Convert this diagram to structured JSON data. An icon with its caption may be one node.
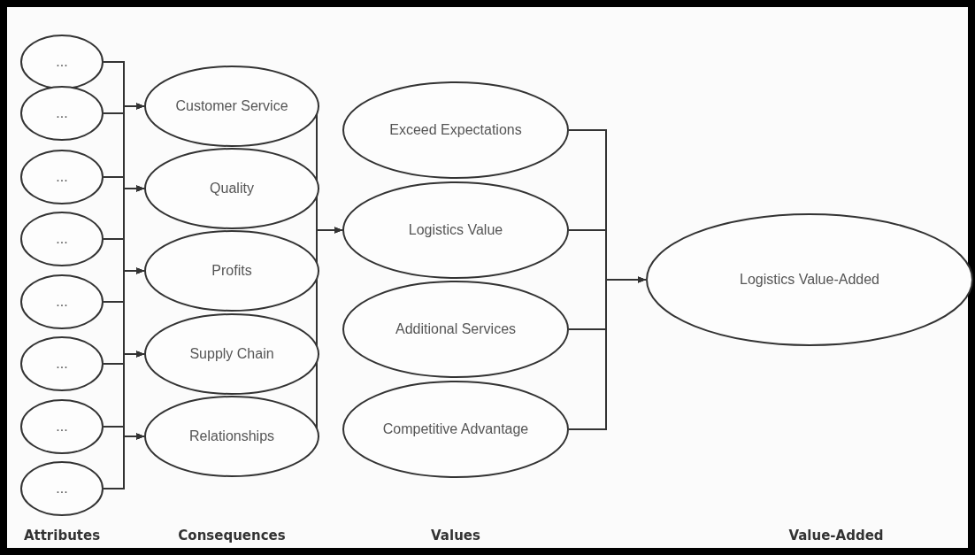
{
  "diagram": {
    "nodes": [
      {
        "text": [
          "..."
        ]
      },
      {
        "text": [
          "..."
        ]
      },
      {
        "text": [
          "..."
        ]
      },
      {
        "text": [
          "..."
        ]
      },
      {
        "text": [
          "..."
        ]
      },
      {
        "text": [
          "..."
        ]
      },
      {
        "text": [
          "..."
        ]
      },
      {
        "text": [
          "..."
        ]
      },
      {
        "text": [
          "Customer Service"
        ]
      },
      {
        "text": [
          "Quality"
        ]
      },
      {
        "text": [
          "Profits"
        ]
      },
      {
        "text": [
          "Supply Chain"
        ]
      },
      {
        "text": [
          "Relationships"
        ]
      },
      {
        "text": [
          "Exceed Expectations"
        ]
      },
      {
        "text": [
          "Logistics Value"
        ]
      },
      {
        "text": [
          "Additional Services"
        ]
      },
      {
        "text": [
          "Competitive Advantage"
        ]
      },
      {
        "text": [
          "Logistics Value-Added"
        ]
      }
    ],
    "edges": [
      {
        "from": 0,
        "to": 8,
        "arrow": "to"
      },
      {
        "from": 0,
        "to": 9,
        "arrow": "to"
      },
      {
        "from": 0,
        "to": 10,
        "arrow": "to"
      },
      {
        "from": 0,
        "to": 11,
        "arrow": "to"
      },
      {
        "from": 0,
        "to": 12,
        "arrow": "to"
      },
      {
        "from": 1,
        "to": 8,
        "arrow": "to"
      },
      {
        "from": 1,
        "to": 9,
        "arrow": "to"
      },
      {
        "from": 1,
        "to": 10,
        "arrow": "to"
      },
      {
        "from": 1,
        "to": 11,
        "arrow": "to"
      },
      {
        "from": 1,
        "to": 12,
        "arrow": "to"
      },
      {
        "from": 2,
        "to": 8,
        "arrow": "to"
      },
      {
        "from": 2,
        "to": 9,
        "arrow": "to"
      },
      {
        "from": 2,
        "to": 10,
        "arrow": "to"
      },
      {
        "from": 2,
        "to": 11,
        "arrow": "to"
      },
      {
        "from": 2,
        "to": 12,
        "arrow": "to"
      },
      {
        "from": 3,
        "to": 8,
        "arrow": "to"
      },
      {
        "from": 3,
        "to": 9,
        "arrow": "to"
      },
      {
        "from": 3,
        "to": 10,
        "arrow": "to"
      },
      {
        "from": 3,
        "to": 11,
        "arrow": "to"
      },
      {
        "from": 3,
        "to": 12,
        "arrow": "to"
      },
      {
        "from": 4,
        "to": 8,
        "arrow": "to"
      },
      {
        "from": 4,
        "to": 9,
        "arrow": "to"
      },
      {
        "from": 4,
        "to": 10,
        "arrow": "to"
      },
      {
        "from": 4,
        "to": 11,
        "arrow": "to"
      },
      {
        "from": 4,
        "to": 12,
        "arrow": "to"
      },
      {
        "from": 5,
        "to": 8,
        "arrow": "to"
      },
      {
        "from": 5,
        "to": 9,
        "arrow": "to"
      },
      {
        "from": 5,
        "to": 10,
        "arrow": "to"
      },
      {
        "from": 5,
        "to": 11,
        "arrow": "to"
      },
      {
        "from": 5,
        "to": 12,
        "arrow": "to"
      },
      {
        "from": 6,
        "to": 8,
        "arrow": "to"
      },
      {
        "from": 6,
        "to": 9,
        "arrow": "to"
      },
      {
        "from": 6,
        "to": 10,
        "arrow": "to"
      },
      {
        "from": 6,
        "to": 11,
        "arrow": "to"
      },
      {
        "from": 6,
        "to": 12,
        "arrow": "to"
      },
      {
        "from": 7,
        "to": 8,
        "arrow": "to"
      },
      {
        "from": 7,
        "to": 9,
        "arrow": "to"
      },
      {
        "from": 7,
        "to": 10,
        "arrow": "to"
      },
      {
        "from": 7,
        "to": 11,
        "arrow": "to"
      },
      {
        "from": 7,
        "to": 12,
        "arrow": "to"
      },
      {
        "from": 8,
        "to": 14,
        "arrow": "to"
      },
      {
        "from": 9,
        "to": 14,
        "arrow": "to"
      },
      {
        "from": 10,
        "to": 14,
        "arrow": "to"
      },
      {
        "from": 11,
        "to": 14,
        "arrow": "to"
      },
      {
        "from": 12,
        "to": 14,
        "arrow": "to"
      },
      {
        "from": 13,
        "to": 17,
        "arrow": "to"
      },
      {
        "from": 14,
        "to": 17,
        "arrow": "to"
      },
      {
        "from": 15,
        "to": 17,
        "arrow": "to"
      },
      {
        "from": 16,
        "to": 17,
        "arrow": "to"
      }
    ],
    "labels": [
      "Attributes",
      "Consequences",
      "Values",
      "Value-Added"
    ]
  }
}
